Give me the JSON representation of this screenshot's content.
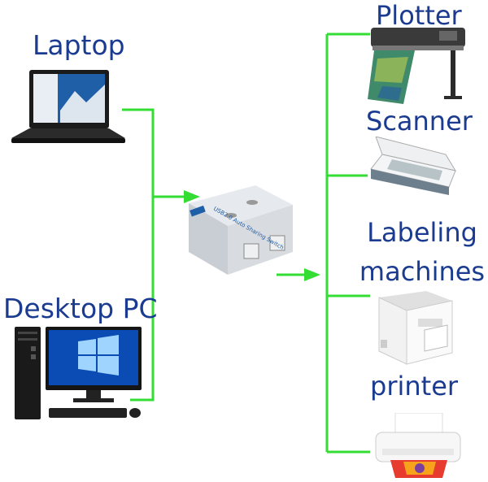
{
  "sources": {
    "laptop_label": "Laptop",
    "desktop_label": "Desktop PC"
  },
  "switch": {
    "text": "USB2.0 Auto Sharing Switch"
  },
  "destinations": {
    "plotter_label": "Plotter",
    "scanner_label": "Scanner",
    "labeling_label_line1": "Labeling",
    "labeling_label_line2": "machines",
    "printer_label": "printer"
  },
  "colors": {
    "wire": "#33dd33",
    "label_text": "#1a3b8f"
  }
}
